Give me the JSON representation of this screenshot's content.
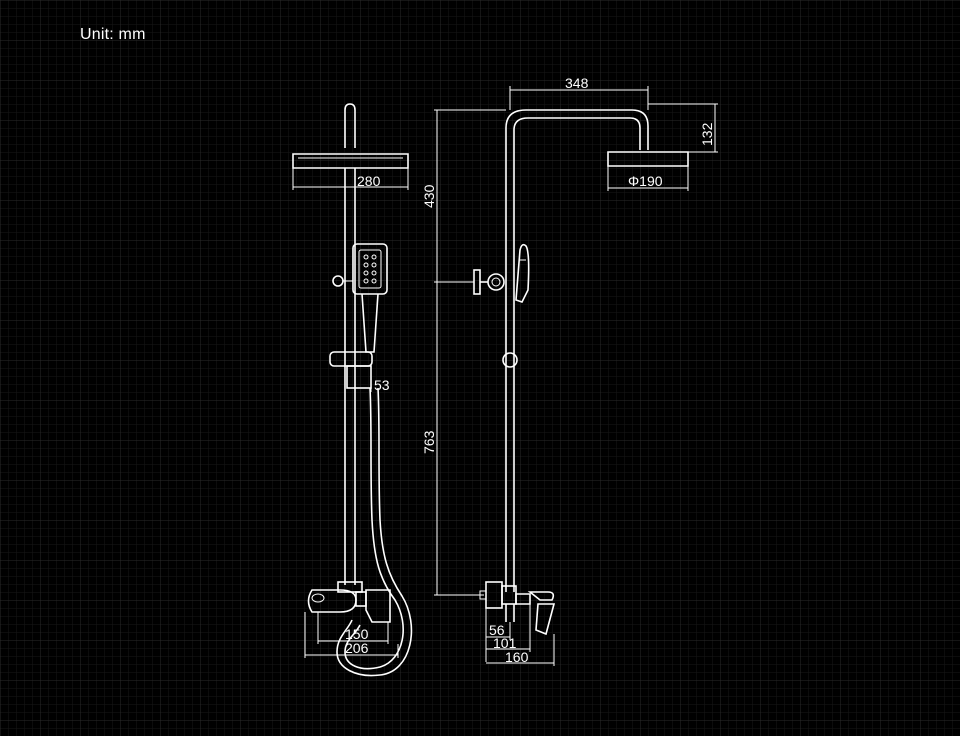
{
  "unit_label": "Unit: mm",
  "colors": {
    "background": "#000000",
    "grid": "#2a2a2a",
    "line": "#ffffff"
  },
  "front_view": {
    "head_width": "280",
    "slide_offset": "53",
    "mixer_inner": "150",
    "mixer_outer": "206"
  },
  "side_view": {
    "arm_reach": "348",
    "head_drop": "132",
    "head_diameter": "Φ190",
    "upper_height": "430",
    "lower_height": "763",
    "spout_56": "56",
    "spout_101": "101",
    "spout_160": "160"
  }
}
